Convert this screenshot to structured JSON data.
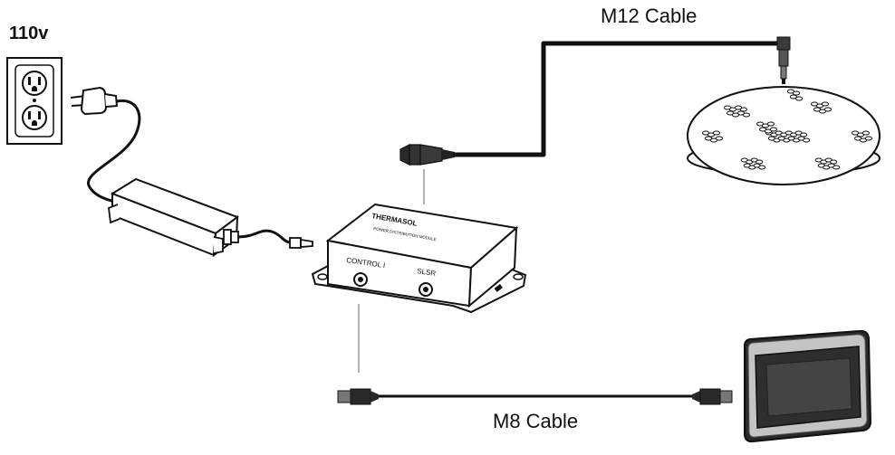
{
  "labels": {
    "voltage": "110v",
    "m12_cable": "M12 Cable",
    "m8_cable": "M8 Cable"
  },
  "module": {
    "brand": "THERMASOL",
    "subtitle": "POWER DISTRIBUTION MODULE",
    "port_control": "CONTROL I",
    "port_slsr": "SLSR"
  },
  "colors": {
    "line": "#111111",
    "guide": "#9a9a9a",
    "panel_frame": "#b9b9b9",
    "screen": "#2a2a2a"
  }
}
